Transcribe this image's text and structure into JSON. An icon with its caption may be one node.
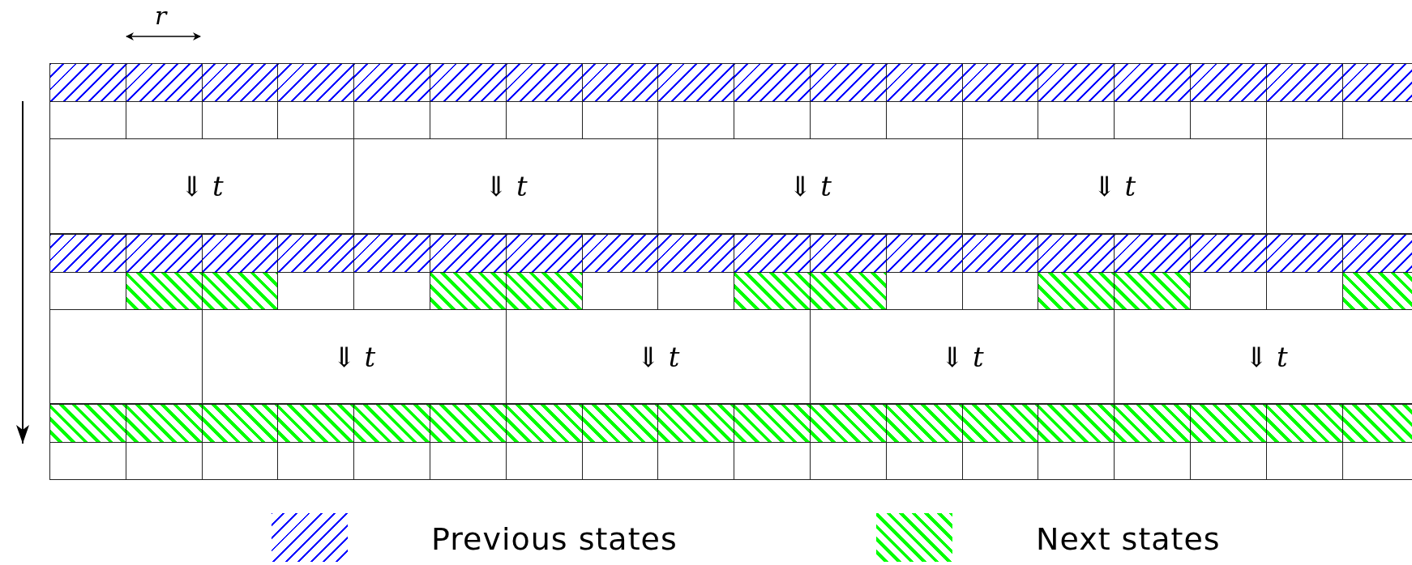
{
  "diagram": {
    "nodes": [
      {
        "text": [
          "⇓ *t*"
        ]
      },
      {
        "text": [
          "⇓ *t*"
        ]
      },
      {
        "text": [
          "⇓ *t*"
        ]
      },
      {
        "text": [
          "⇓ *t*"
        ]
      },
      {
        "text": [],
        "shape": "box"
      },
      {
        "text": [],
        "shape": "box"
      },
      {
        "text": [
          "⇓ *t*"
        ]
      },
      {
        "text": [
          "⇓ *t*"
        ]
      },
      {
        "text": [
          "⇓ *t*"
        ]
      },
      {
        "text": [
          "⇓ *t*"
        ]
      }
    ],
    "edges": [],
    "labels": [
      "*r*"
    ],
    "legend": [
      {
        "text": "Previous states",
        "color": "#0000ff"
      },
      {
        "text": "Next states",
        "color": "#00ff00"
      }
    ]
  }
}
